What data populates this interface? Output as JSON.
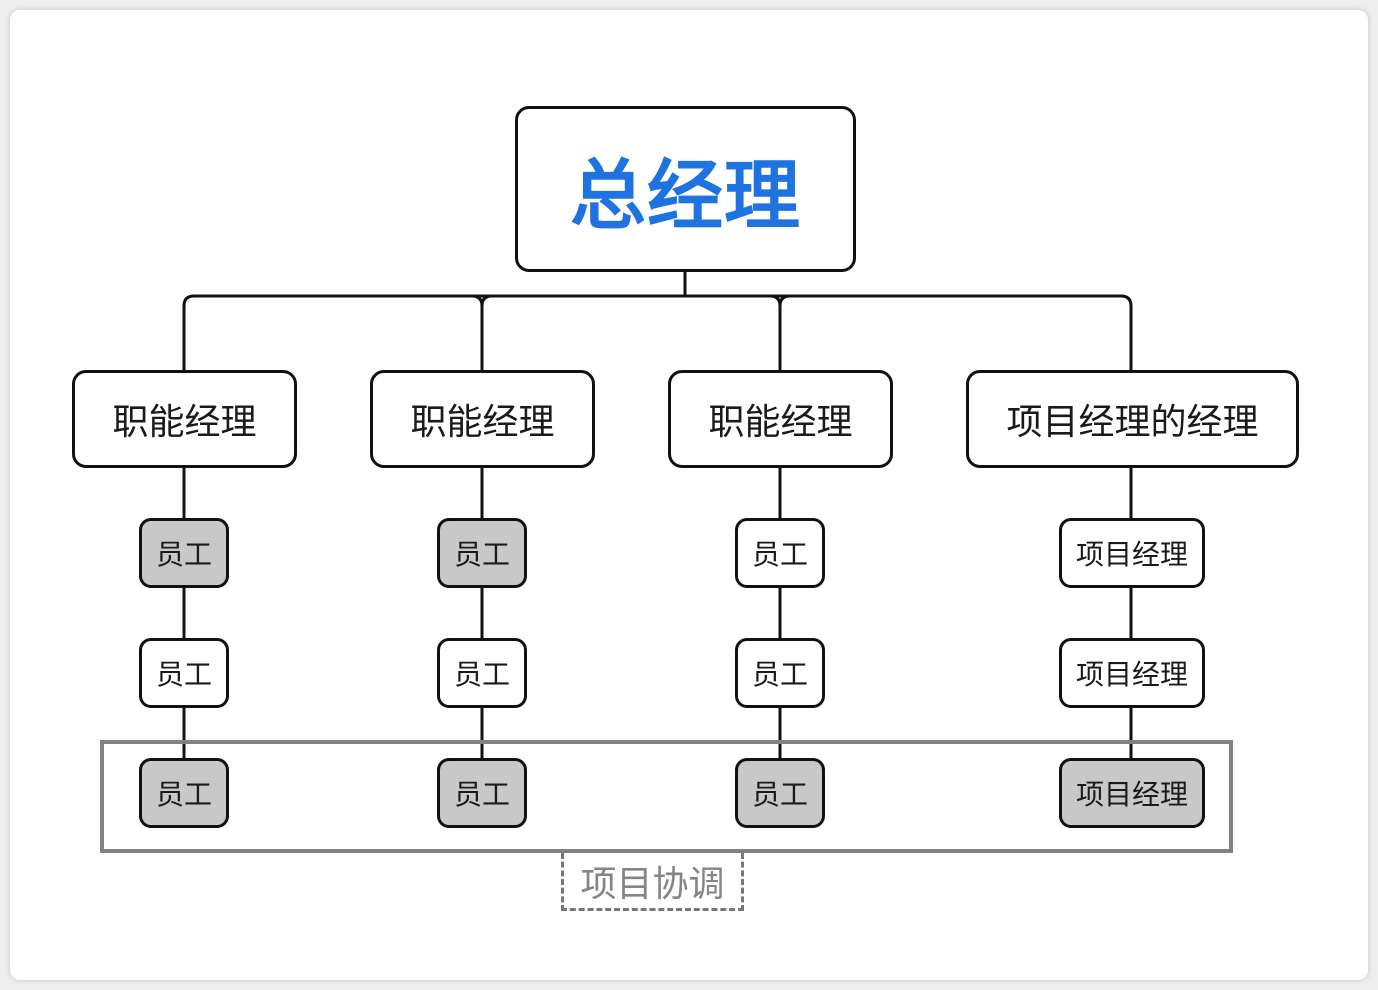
{
  "root": {
    "label": "总经理",
    "color": "#1f73e0"
  },
  "managers": [
    {
      "label": "职能经理"
    },
    {
      "label": "职能经理"
    },
    {
      "label": "职能经理"
    },
    {
      "label": "项目经理的经理"
    }
  ],
  "columns": [
    {
      "items": [
        {
          "label": "员工",
          "shaded": true
        },
        {
          "label": "员工",
          "shaded": false
        },
        {
          "label": "员工",
          "shaded": true
        }
      ]
    },
    {
      "items": [
        {
          "label": "员工",
          "shaded": true
        },
        {
          "label": "员工",
          "shaded": false
        },
        {
          "label": "员工",
          "shaded": true
        }
      ]
    },
    {
      "items": [
        {
          "label": "员工",
          "shaded": false
        },
        {
          "label": "员工",
          "shaded": false
        },
        {
          "label": "员工",
          "shaded": true
        }
      ]
    },
    {
      "items": [
        {
          "label": "项目经理",
          "shaded": false
        },
        {
          "label": "项目经理",
          "shaded": false
        },
        {
          "label": "项目经理",
          "shaded": true
        }
      ]
    }
  ],
  "group": {
    "label": "项目协调"
  },
  "colors": {
    "shaded_fill": "#c8c8c8",
    "line": "#111111",
    "group_border": "#858085"
  }
}
